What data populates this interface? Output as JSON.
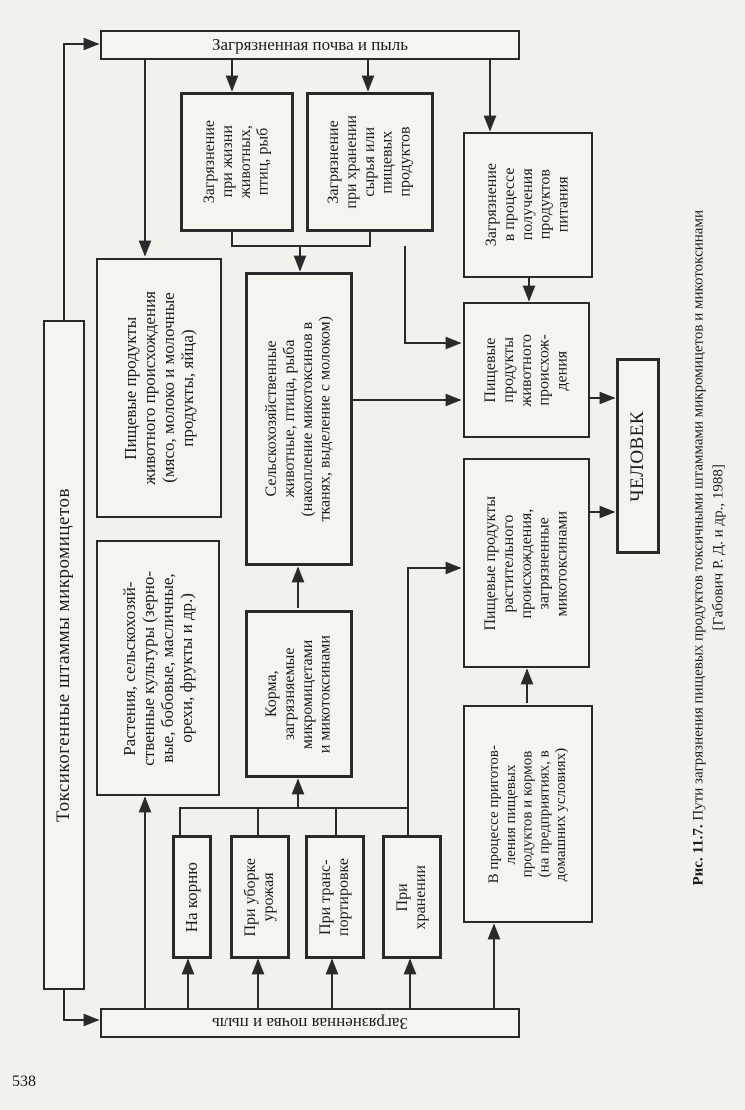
{
  "boxes": {
    "soil_top": "Загрязненная почва и пыль",
    "soil_bottom": "Загрязненная почва и пыль",
    "toxigenic": "Токсикогенные штаммы микромицетов",
    "life": "Загрязнение\nпри жизни\nживотных,\nптиц, рыб",
    "storage_raw": "Загрязнение\nпри хранении\nсырья или\nпищевых\nпродуктов",
    "processing_contam": "Загрязнение\nв процессе\nполучения\nпродуктов\nпитания",
    "animal_food_left": "Пищевые продукты\nживотного происхождения\n(мясо, молоко и молочные\nпродукты, яйца)",
    "farm_animals": "Сельскохозяйственные\nживотные, птица, рыба\n(накопление микотоксинов в\nтканях, выделение с молоком)",
    "animal_food_right": "Пищевые\nпродукты\nживотного\nпроисхож-\nдения",
    "plants": "Растения, сельскохозяй-\nственные культуры (зерно-\nвые, бобовые, масличные,\nорехи, фрукты и др.)",
    "feed": "Корма,\nзагрязняемые\nмикромицетами\nи микотоксинами",
    "plant_food": "Пищевые продукты\nрастительного\nпроисхождения,\nзагрязненные\nмикотоксинами",
    "human": "ЧЕЛОВЕК",
    "on_root": "На корню",
    "harvest": "При уборке\nурожая",
    "transport": "При транс-\nпортировке",
    "storage": "При\nхранении",
    "preparation": "В процессе приготов-\nления пищевых\nпродуктов и кормов\n(на предприятиях, в\nдомашних условиях)"
  },
  "caption": {
    "number": "Рис. 11.7.",
    "text": " Пути загрязнения пищевых продуктов токсичными штаммами микромицетов и микотоксинами\n[Габович Р. Д. и др., 1988]"
  },
  "page_number": "538"
}
